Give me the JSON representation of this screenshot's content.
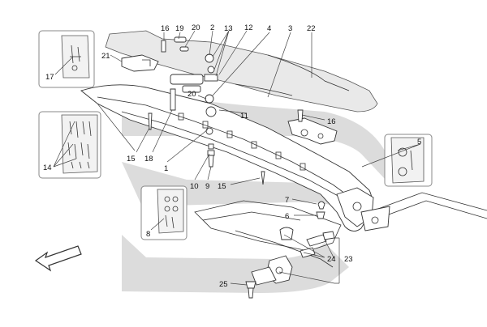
{
  "diagram": {
    "watermark_color": "#dcdcdc",
    "line_color": "#333333",
    "callouts": {
      "c16a": "16",
      "c19": "19",
      "c20a": "20",
      "c2": "2",
      "c13": "13",
      "c12": "12",
      "c4": "4",
      "c3": "3",
      "c22": "22",
      "c21": "21",
      "c17": "17",
      "c20b": "20",
      "c11": "11",
      "c16b": "16",
      "c14": "14",
      "c15a": "15",
      "c18": "18",
      "c1": "1",
      "c5": "5",
      "c10": "10",
      "c9": "9",
      "c15b": "15",
      "c7": "7",
      "c6": "6",
      "c8": "8",
      "c24": "24",
      "c23": "23",
      "c25": "25"
    },
    "icons": [
      "direction-arrow-icon"
    ]
  }
}
